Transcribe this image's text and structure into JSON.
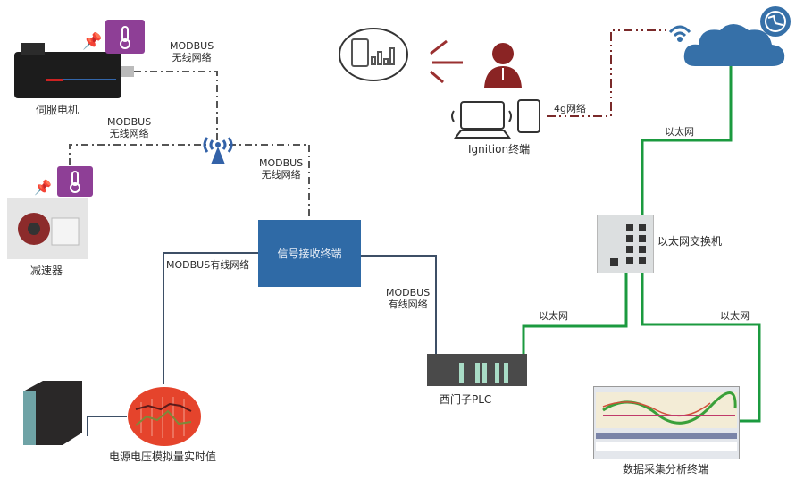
{
  "diagram": {
    "title": "",
    "colors": {
      "wireless_line": "#555555",
      "wired_line": "#3d4f66",
      "ethernet_line": "#1b9a3f",
      "g4_line": "#7a2a2a",
      "receiver_fill": "#2f6aa6",
      "sensor_fill": "#8e3f96",
      "cloud_fill": "#3670a8",
      "user_fill": "#8a2424",
      "analog_circle_fill": "#e5442c"
    },
    "nodes": {
      "servo_motor": {
        "label": "伺服电机",
        "icon": "servo-motor-image"
      },
      "reducer": {
        "label": "减速器",
        "icon": "gear-reducer-image"
      },
      "temp_sensor_1": {
        "icon": "thermometer-icon"
      },
      "temp_sensor_2": {
        "icon": "thermometer-icon"
      },
      "wireless_ap": {
        "icon": "wireless-antenna-icon"
      },
      "receiver": {
        "label": "信号接收终端"
      },
      "power_supply": {
        "icon": "power-supply-image"
      },
      "analog_value": {
        "label": "电源电压模拟量实时值",
        "icon": "line-chart-icon"
      },
      "plc": {
        "label": "西门子PLC",
        "icon": "plc-image"
      },
      "switch": {
        "label": "以太网交换机",
        "icon": "ethernet-switch-image"
      },
      "daq_terminal": {
        "label": "数据采集分析终端",
        "icon": "software-screenshot-image"
      },
      "ignition": {
        "label": "Ignition终端",
        "icon": "laptop-tablet-icon"
      },
      "dashboard": {
        "icon": "mobile-dashboard-icon"
      },
      "user": {
        "icon": "user-icon"
      },
      "cloud": {
        "icon": "cloud-icon"
      },
      "globe": {
        "icon": "globe-icon"
      },
      "wifi": {
        "icon": "wifi-icon"
      }
    },
    "edge_labels": {
      "modbus_wireless_1": [
        "MODBUS",
        "无线网络"
      ],
      "modbus_wireless_2": [
        "MODBUS",
        "无线网络"
      ],
      "modbus_wireless_3": [
        "MODBUS",
        "无线网络"
      ],
      "modbus_wired_left": "MODBUS有线网络",
      "modbus_wired_right": [
        "MODBUS",
        "有线网络"
      ],
      "ethernet_cloud": "以太网",
      "ethernet_plc": "以太网",
      "ethernet_daq": "以太网",
      "g4": "4g网络"
    }
  }
}
